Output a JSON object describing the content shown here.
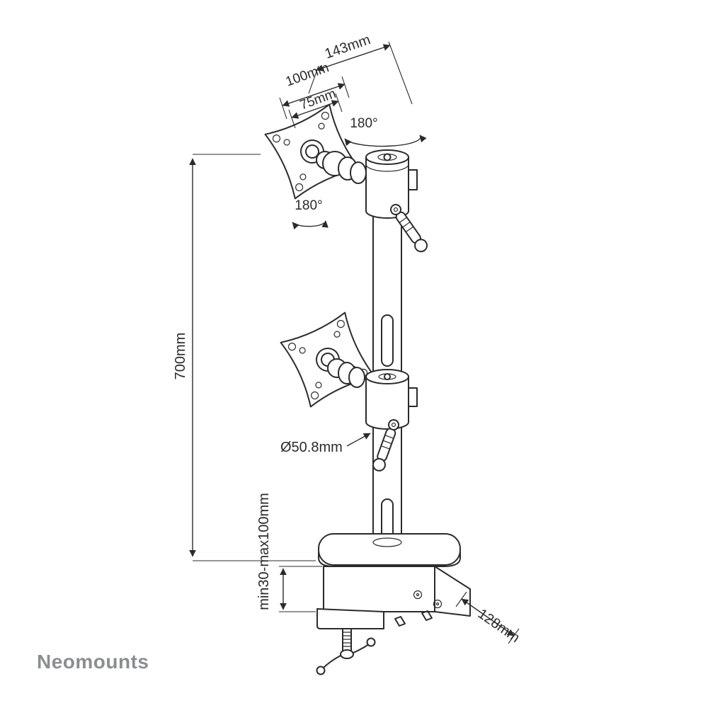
{
  "page": {
    "background": "#ffffff"
  },
  "colors": {
    "line": "#2b2b2b",
    "brand_text": "#8b8e8f"
  },
  "diagram": {
    "type": "technical-drawing",
    "subject": "Dual vertical monitor desk mount with clamp base",
    "dimensions": {
      "top_depth": "143mm",
      "vesa_outer": "100mm",
      "vesa_inner": "75mm",
      "rotation_head": "180°",
      "rotation_plate": "180°",
      "pole_height": "700mm",
      "pole_diameter": "Ø50.8mm",
      "clamp_range": "min30-max100mm",
      "base_depth": "128mm"
    }
  },
  "footer": {
    "brand": "Neomounts"
  }
}
